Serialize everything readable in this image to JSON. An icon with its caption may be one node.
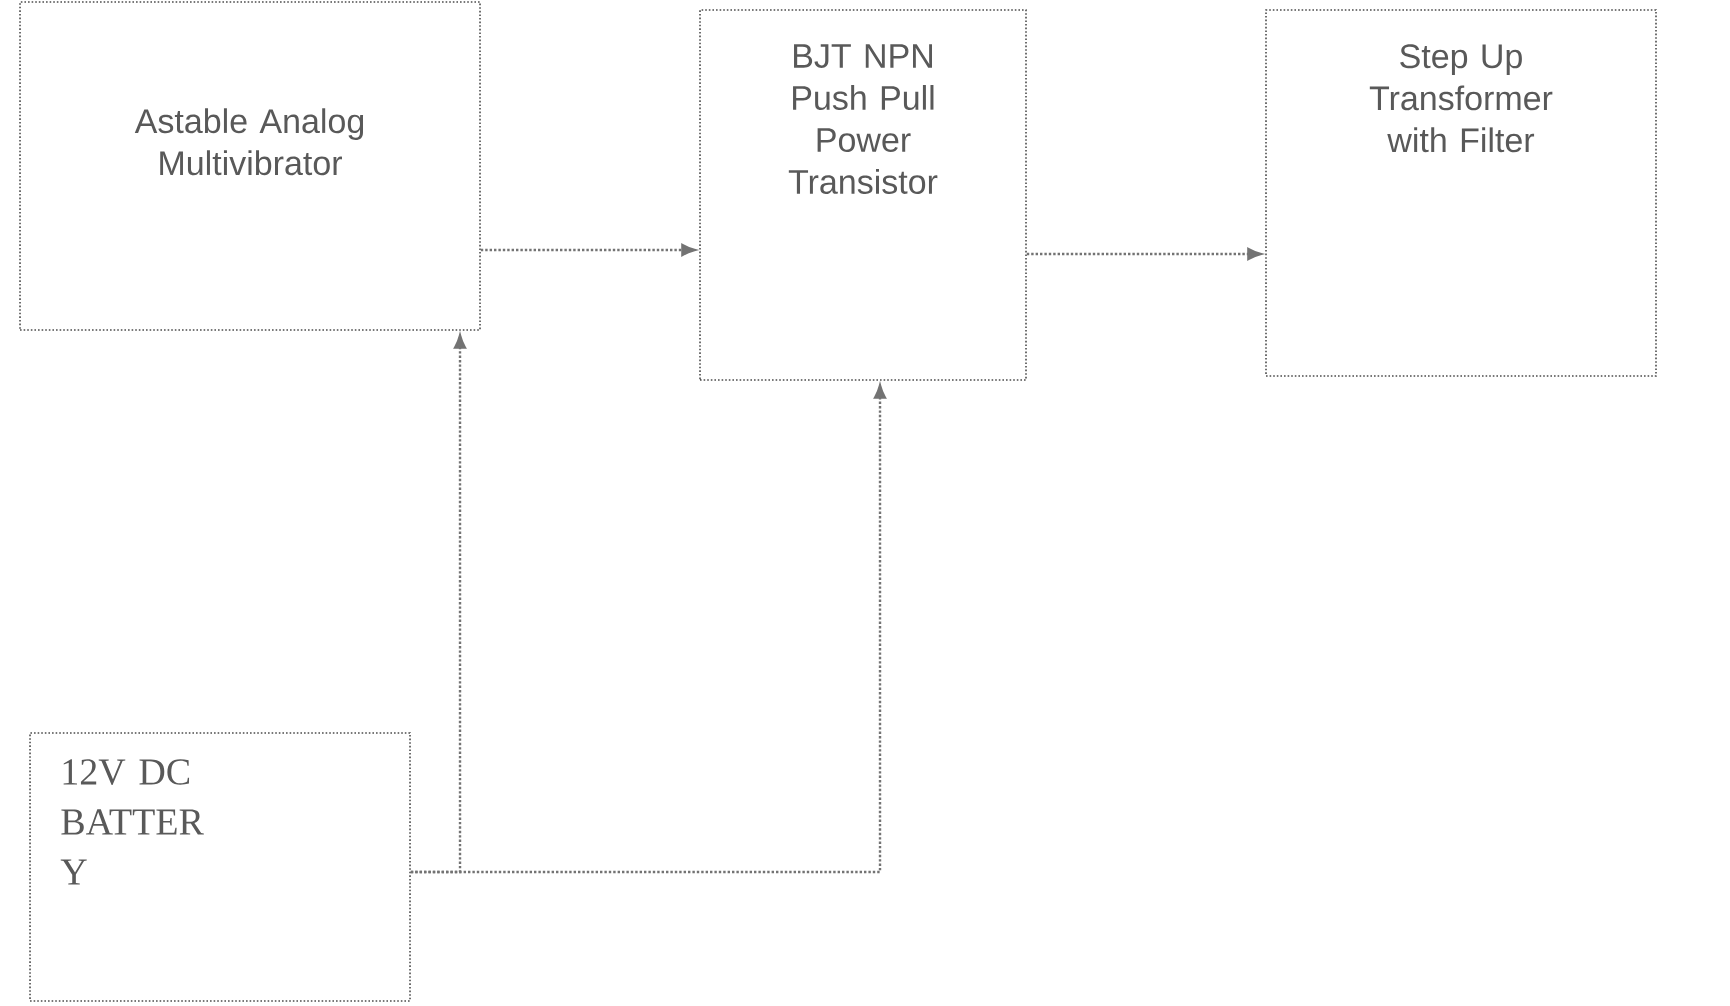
{
  "diagram": {
    "nodes": [
      {
        "text": [
          "Astable Analog Multivibrator"
        ]
      },
      {
        "text": [
          "BJT NPN Push Pull Power Transistor"
        ]
      },
      {
        "text": [
          "Step Up Transformer with Filter"
        ]
      },
      {
        "text": [
          "12V DC BATTER Y"
        ]
      }
    ],
    "edges": [
      {
        "from": 0,
        "to": 1,
        "arrow": "to"
      },
      {
        "from": 1,
        "to": 2,
        "arrow": "to"
      },
      {
        "from": 3,
        "to": 0,
        "arrow": "to"
      },
      {
        "from": 3,
        "to": 1,
        "arrow": "to"
      }
    ]
  }
}
